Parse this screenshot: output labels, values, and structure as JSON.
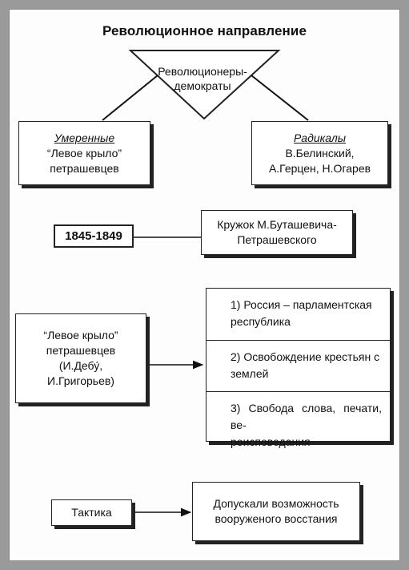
{
  "title": "Революционное направление",
  "triangle": {
    "line1": "Революционеры-",
    "line2": "демократы"
  },
  "moderate": {
    "heading": "Умеренные",
    "line1": "“Левое крыло”",
    "line2": "петрашевцев"
  },
  "radicals": {
    "heading": "Радикалы",
    "line1": "В.Белинский,",
    "line2": "А.Герцен, Н.Огарев"
  },
  "years": "1845-1849",
  "circle": {
    "line1": "Кружок М.Буташевича-",
    "line2": "Петрашевского"
  },
  "left_wing": {
    "line1": "“Левое крыло”",
    "line2": "петрашевцев",
    "line3": "(И.Дебу́,",
    "line4": "И.Григорьев)"
  },
  "program": [
    {
      "line1": "1) Россия  –  парламентская",
      "line2": "республика"
    },
    {
      "line1": "2) Освобождение крестьян с",
      "line2": "землей"
    },
    {
      "line1": "3) Свобода слова, печати, ве-",
      "line2": "роисповедания"
    }
  ],
  "tactics": {
    "label": "Тактика",
    "line1": "Допускали возможность",
    "line2": "вооруженого восстания"
  }
}
